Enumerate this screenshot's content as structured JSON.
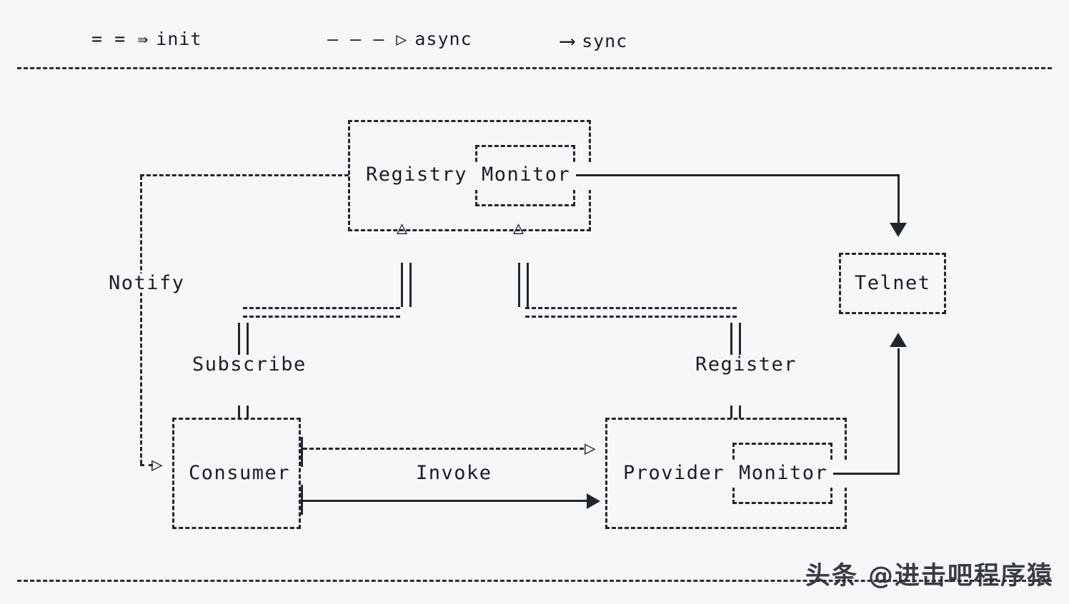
{
  "diagram": {
    "type": "architecture-ascii",
    "background_color": "#f5f7f9",
    "ink_color": "#1a1d23",
    "legend": {
      "items": [
        {
          "id": "init",
          "glyph": "= = ⇛",
          "label": "init",
          "style": "double-line-hollow-arrow"
        },
        {
          "id": "async",
          "glyph": "– – – ▷",
          "label": "async",
          "style": "dashed-hollow-arrow"
        },
        {
          "id": "sync",
          "glyph": "⟶",
          "label": "sync",
          "style": "solid-filled-arrow"
        }
      ]
    },
    "nodes": [
      {
        "id": "registry",
        "label": "Registry",
        "border": "dashed",
        "nested": {
          "id": "registry-monitor",
          "label": "Monitor",
          "border": "dashed"
        }
      },
      {
        "id": "provider",
        "label": "Provider",
        "border": "dashed",
        "nested": {
          "id": "provider-monitor",
          "label": "Monitor",
          "border": "dashed"
        }
      },
      {
        "id": "consumer",
        "label": "Consumer",
        "border": "dashed"
      },
      {
        "id": "telnet",
        "label": "Telnet",
        "border": "dashed"
      }
    ],
    "edges": [
      {
        "id": "notify",
        "label": "Notify",
        "from": "registry",
        "to": "consumer",
        "style": "async",
        "arrowhead": "hollow-right"
      },
      {
        "id": "subscribe",
        "label": "Subscribe",
        "from": "consumer",
        "to": "registry",
        "style": "init",
        "arrowhead": "hollow-up"
      },
      {
        "id": "register",
        "label": "Register",
        "from": "provider",
        "to": "registry",
        "style": "init",
        "arrowhead": "hollow-up"
      },
      {
        "id": "invoke-async",
        "label": "Invoke",
        "from": "consumer",
        "to": "provider",
        "style": "async",
        "arrowhead": "hollow-right"
      },
      {
        "id": "invoke-sync",
        "label": "",
        "from": "consumer",
        "to": "provider",
        "style": "sync",
        "arrowhead": "filled-right"
      },
      {
        "id": "registry-monitor-telnet",
        "label": "",
        "from": "registry-monitor",
        "to": "telnet",
        "style": "sync",
        "arrowhead": "filled-down"
      },
      {
        "id": "provider-monitor-telnet",
        "label": "",
        "from": "provider-monitor",
        "to": "telnet",
        "style": "sync",
        "arrowhead": "filled-up"
      }
    ],
    "watermark": "头条 @进击吧程序猿"
  }
}
